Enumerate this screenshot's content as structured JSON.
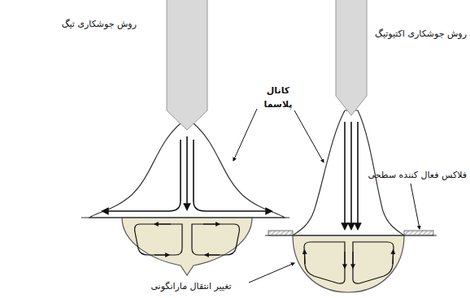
{
  "diagram": {
    "labels": [
      "روش جوشکاری تیگ",
      "روش جوشکاری اکتیوتیگ",
      "کانال پلاسما",
      "فلاکس فعال کننده سطحی",
      "تغییر انتقال مارانگونی"
    ]
  }
}
